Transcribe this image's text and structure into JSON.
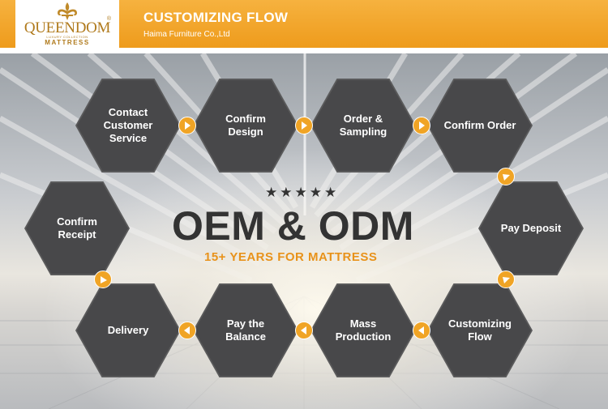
{
  "header": {
    "logo_word": "QUEENDOM",
    "logo_small": "LUXURY COLLECTION",
    "logo_sub": "MATTRESS",
    "logo_reg": "®",
    "title": "CUSTOMIZING FLOW",
    "subtitle": "Haima Furniture Co.,Ltd"
  },
  "center": {
    "stars": "★★★★★",
    "headline": "OEM & ODM",
    "tagline": "15+ YEARS FOR MATTRESS"
  },
  "steps": [
    {
      "label": "Contact Customer Service"
    },
    {
      "label": "Confirm Design"
    },
    {
      "label": "Order & Sampling"
    },
    {
      "label": "Confirm Order"
    },
    {
      "label": "Pay Deposit"
    },
    {
      "label": "Customizing Flow"
    },
    {
      "label": "Mass Production"
    },
    {
      "label": "Pay the Balance"
    },
    {
      "label": "Delivery"
    },
    {
      "label": "Confirm Receipt"
    }
  ],
  "colors": {
    "accent": "#f0a425",
    "hex": "#4a4a4c",
    "headline": "#333333",
    "tagline": "#e8921a"
  },
  "icons": {
    "arrow": "play-triangle-icon"
  }
}
